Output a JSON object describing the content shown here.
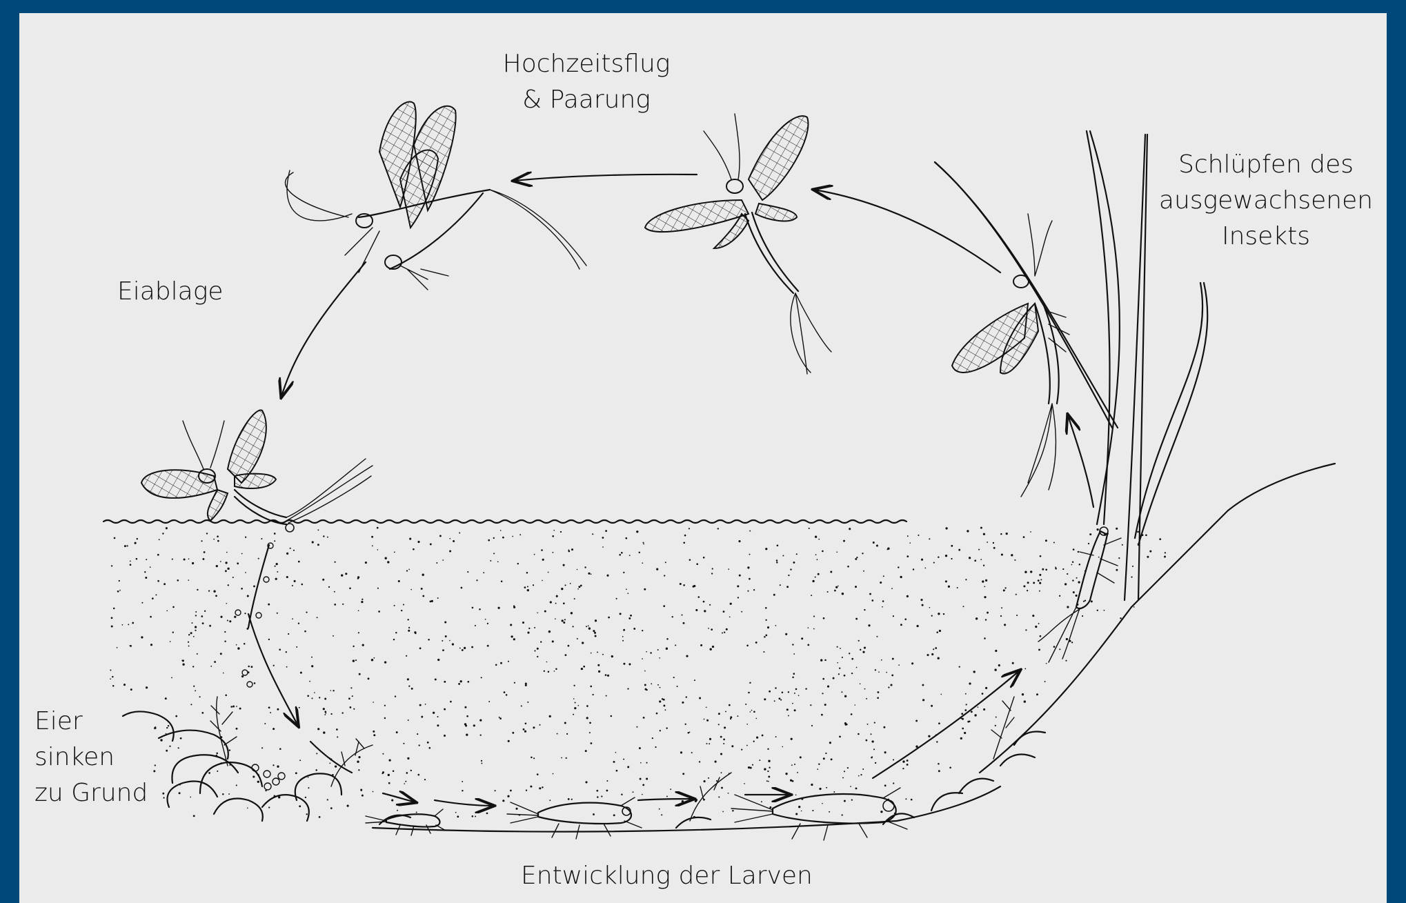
{
  "diagram": {
    "colors": {
      "frame": "#00477a",
      "paper": "#ebebeb",
      "ink": "#111111"
    },
    "labels": {
      "flight": "Hochzeitsflug\n& Paarung",
      "emergence": "Schlüpfen des\nausgewachsenen\nInsekts",
      "laying": "Eiablage",
      "eggs": "Eier\nsinken\nzu Grund",
      "larvae": "Entwicklung der Larven"
    },
    "stages": [
      "mating-pair",
      "flying-adult",
      "emerging-adult",
      "egg-laying-female",
      "larva-small",
      "larva-medium",
      "larva-large",
      "nymph-climbing"
    ]
  }
}
